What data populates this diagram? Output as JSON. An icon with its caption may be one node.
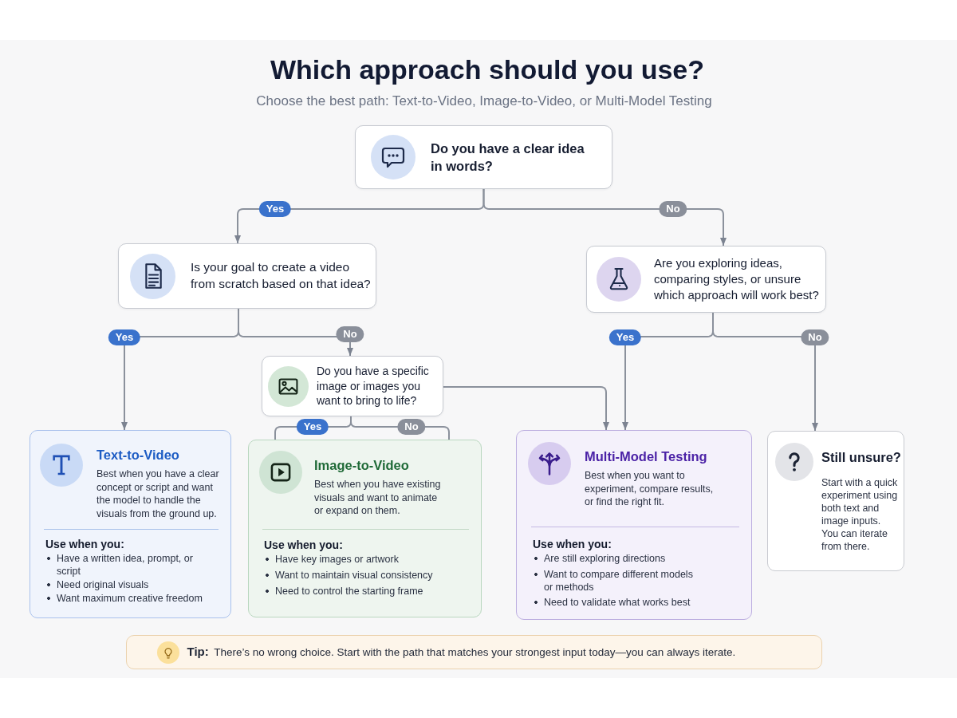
{
  "diagram": {
    "title": "Which approach should you use?",
    "nodes": [
      {
        "text": [
          "Do you have a clear idea in words?"
        ]
      },
      {
        "text": [
          "Is your goal to create a video from scratch based on that idea?"
        ]
      },
      {
        "text": [
          "Are you exploring ideas, comparing styles, or unsure which approach will work best?"
        ]
      },
      {
        "text": [
          "Do you have a specific image or images you want to bring to life?"
        ]
      },
      {
        "text": [
          "Text-to-Video",
          "Best when you have a clear concept or script and want the model to handle the visuals from the ground up.",
          "Use when you:",
          "Have a written idea, prompt, or script",
          "Need original visuals",
          "Want maximum creative freedom"
        ]
      },
      {
        "text": [
          "Image-to-Video",
          "Best when you have existing visuals and want to animate or expand on them.",
          "Use when you:",
          "Have key images or artwork",
          "Want to maintain visual consistency",
          "Need to control the starting frame"
        ]
      },
      {
        "text": [
          "Multi-Model Testing",
          "Best when you want to experiment, compare results, or find the right fit.",
          "Use when you:",
          "Are still exploring directions",
          "Want to compare different models or methods",
          "Need to validate what works best"
        ]
      },
      {
        "text": [
          "Still unsure?",
          "Start with a quick experiment using both text and image inputs. You can iterate from there."
        ]
      },
      {
        "text": [
          "**Tip:** There’s no wrong choice. Start with the path that matches your strongest input today—you can always iterate."
        ]
      }
    ],
    "edges": [
      {
        "from": 0,
        "to": 1,
        "arrow": "to",
        "label": "Yes"
      },
      {
        "from": 0,
        "to": 2,
        "arrow": "to",
        "label": "No"
      },
      {
        "from": 1,
        "to": 4,
        "arrow": "to",
        "label": "Yes"
      },
      {
        "from": 1,
        "to": 3,
        "arrow": "to",
        "label": "No"
      },
      {
        "from": 2,
        "to": 6,
        "arrow": "to",
        "label": "Yes"
      },
      {
        "from": 2,
        "to": 7,
        "arrow": "to",
        "label": "No"
      },
      {
        "from": 3,
        "to": 5,
        "arrow": "none",
        "label": "Yes"
      },
      {
        "from": 3,
        "to": 5,
        "arrow": "none",
        "label": "No"
      },
      {
        "from": 3,
        "to": 6,
        "arrow": "to"
      }
    ],
    "labels": [
      "Choose the best path: Text-to-Video, Image-to-Video, or Multi-Model Testing"
    ]
  }
}
